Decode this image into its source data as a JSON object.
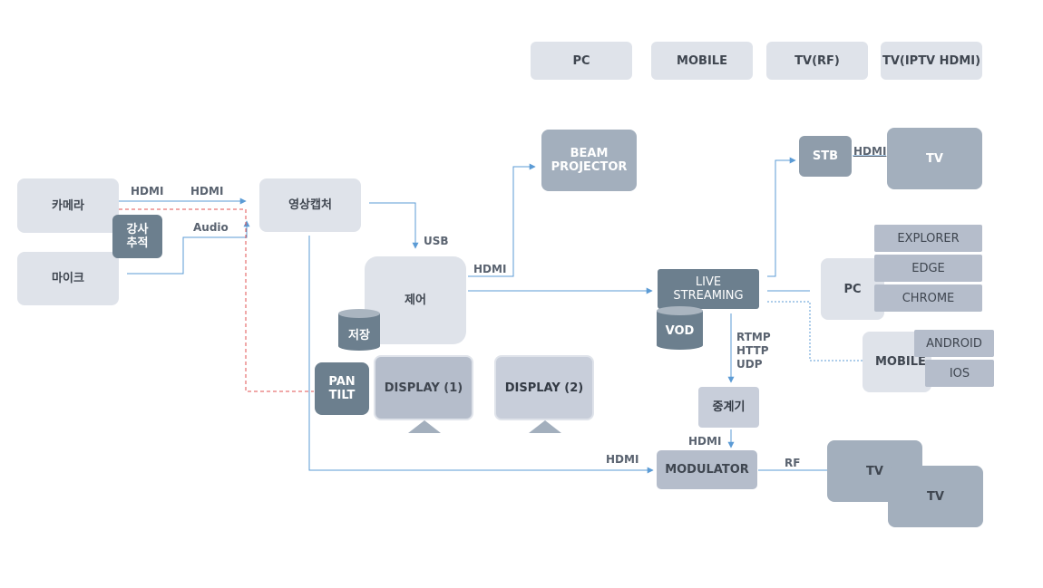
{
  "legend": [
    "PC",
    "MOBILE",
    "TV(RF)",
    "TV(IPTV HDMI)"
  ],
  "nodes": {
    "camera": "카메라",
    "mic": "마이크",
    "tracking": "강사\n추적",
    "capture": "영상캡처",
    "control": "제어",
    "storage": "저장",
    "pantilt": "PAN\nTILT",
    "display1": "DISPLAY (1)",
    "display2": "DISPLAY (2)",
    "beam": "BEAM\nPROJECTOR",
    "live": "LIVE\nSTREAMING",
    "vod": "VOD",
    "relay": "중계기",
    "modulator": "MODULATOR",
    "stb": "STB",
    "tv_iptv": "TV",
    "pc": "PC",
    "explorer": "EXPLORER",
    "edge": "EDGE",
    "chrome": "CHROME",
    "mobile": "MOBILE",
    "android": "ANDROID",
    "ios": "IOS",
    "tv_rf1": "TV",
    "tv_rf2": "TV"
  },
  "labels": {
    "hdmi_cam": "HDMI",
    "hdmi_in": "HDMI",
    "audio": "Audio",
    "usb": "USB",
    "hdmi_beam": "HDMI",
    "hdmi_stb": "HDMI",
    "protocols": "RTMP\nHTTP\nUDP",
    "hdmi_relay": "HDMI",
    "hdmi_mod": "HDMI",
    "rf": "RF"
  },
  "colors": {
    "arrow": "#5b9bd5",
    "audio_link": "#e05050"
  }
}
